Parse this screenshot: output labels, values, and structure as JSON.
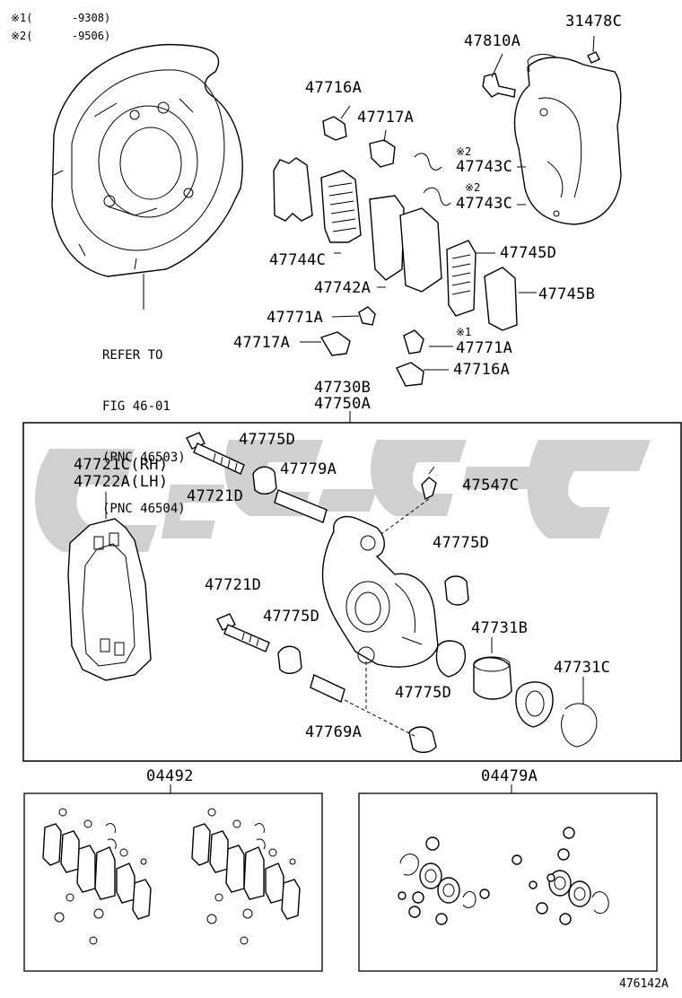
{
  "notes": [
    {
      "mark": "※1",
      "text": "(      -9308)"
    },
    {
      "mark": "※2",
      "text": "(      -9506)"
    }
  ],
  "labels": {
    "p31478C": "31478C",
    "p47810A": "47810A",
    "p47716A_top": "47716A",
    "p47717A_top": "47717A",
    "p47743C_1": "47743C",
    "p47743C_2": "47743C",
    "p47744C": "47744C",
    "p47742A": "47742A",
    "p47745D": "47745D",
    "p47745B": "47745B",
    "p47771A_left": "47771A",
    "p47717A_low": "47717A",
    "p47771A_right": "47771A",
    "p47716A_low": "47716A",
    "p47730B": "47730B",
    "p47750A": "47750A",
    "p47775D_a": "47775D",
    "p47721C": "47721C(RH)",
    "p47722A": "47722A(LH)",
    "p47779A": "47779A",
    "p47547C": "47547C",
    "p47721D_a": "47721D",
    "p47775D_b": "47775D",
    "p47721D_b": "47721D",
    "p47775D_c": "47775D",
    "p47731B": "47731B",
    "p47731C": "47731C",
    "p47775D_d": "47775D",
    "p47769A": "47769A",
    "p04492": "04492",
    "p04479A": "04479A"
  },
  "marks": {
    "m2a": "※2",
    "m2b": "※2",
    "m1": "※1"
  },
  "refer": {
    "line1": "REFER TO",
    "line2": "FIG 46-01",
    "line3": "(PNC 46503)",
    "line4": "(PNC 46504)"
  },
  "figure_id": "476142A",
  "colors": {
    "line": "#000000",
    "watermark": "#c8c8c8",
    "background": "#ffffff"
  }
}
